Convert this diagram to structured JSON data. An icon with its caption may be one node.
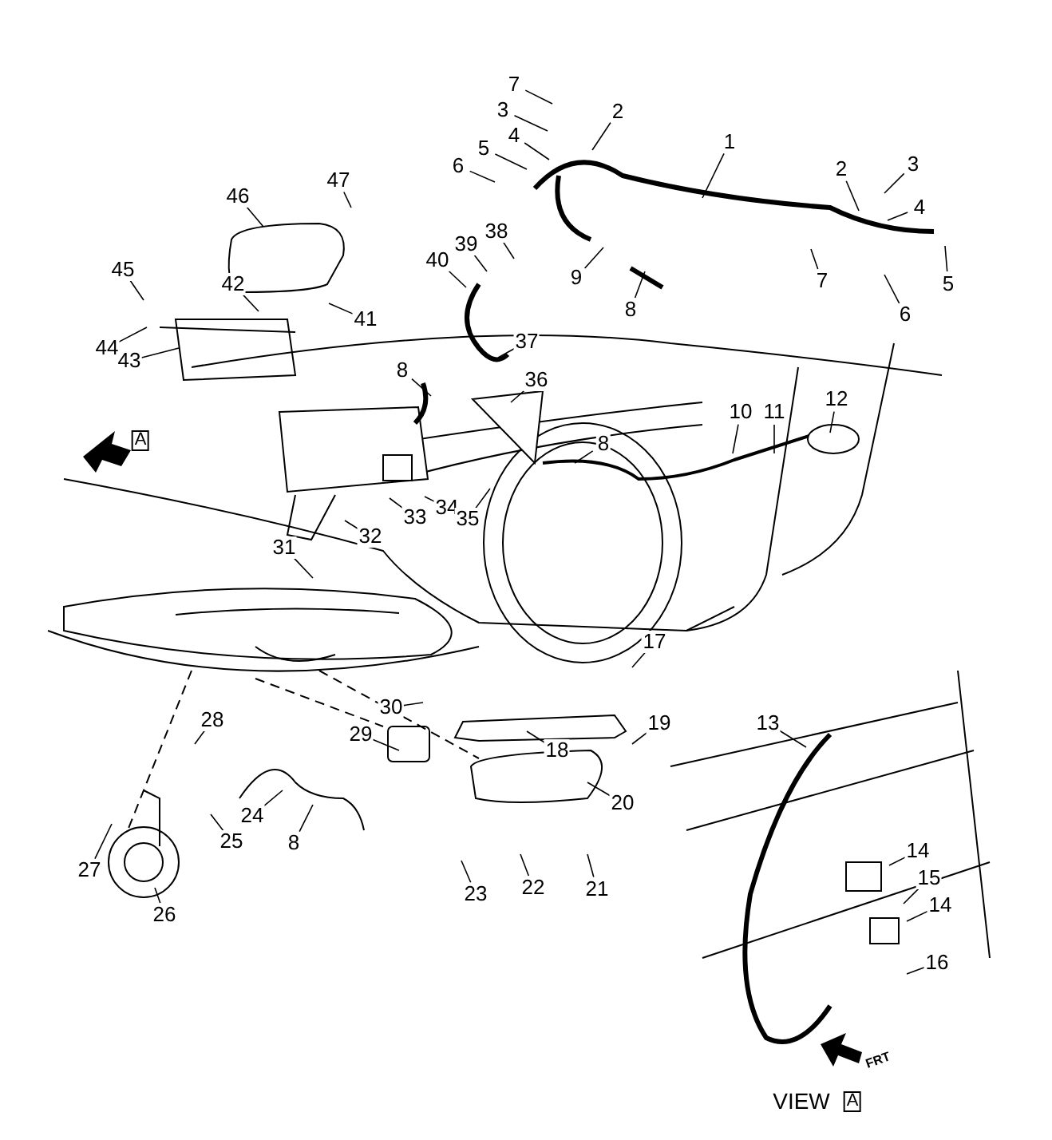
{
  "diagram": {
    "nodes": [
      {
        "text": [
          "1"
        ]
      },
      {
        "text": [
          "2"
        ]
      },
      {
        "text": [
          "2"
        ]
      },
      {
        "text": [
          "3"
        ]
      },
      {
        "text": [
          "3"
        ]
      },
      {
        "text": [
          "4"
        ]
      },
      {
        "text": [
          "4"
        ]
      },
      {
        "text": [
          "5"
        ]
      },
      {
        "text": [
          "5"
        ]
      },
      {
        "text": [
          "6"
        ]
      },
      {
        "text": [
          "6"
        ]
      },
      {
        "text": [
          "7"
        ]
      },
      {
        "text": [
          "7"
        ]
      },
      {
        "text": [
          "8"
        ]
      },
      {
        "text": [
          "8"
        ]
      },
      {
        "text": [
          "8"
        ]
      },
      {
        "text": [
          "8"
        ]
      },
      {
        "text": [
          "9"
        ]
      },
      {
        "text": [
          "10"
        ]
      },
      {
        "text": [
          "11"
        ]
      },
      {
        "text": [
          "12"
        ]
      },
      {
        "text": [
          "13"
        ]
      },
      {
        "text": [
          "14"
        ]
      },
      {
        "text": [
          "14"
        ]
      },
      {
        "text": [
          "15"
        ]
      },
      {
        "text": [
          "16"
        ]
      },
      {
        "text": [
          "17"
        ]
      },
      {
        "text": [
          "18"
        ]
      },
      {
        "text": [
          "19"
        ]
      },
      {
        "text": [
          "20"
        ]
      },
      {
        "text": [
          "21"
        ]
      },
      {
        "text": [
          "22"
        ]
      },
      {
        "text": [
          "23"
        ]
      },
      {
        "text": [
          "24"
        ]
      },
      {
        "text": [
          "25"
        ]
      },
      {
        "text": [
          "26"
        ]
      },
      {
        "text": [
          "27"
        ]
      },
      {
        "text": [
          "28"
        ]
      },
      {
        "text": [
          "29"
        ]
      },
      {
        "text": [
          "30"
        ]
      },
      {
        "text": [
          "31"
        ]
      },
      {
        "text": [
          "32"
        ]
      },
      {
        "text": [
          "33"
        ]
      },
      {
        "text": [
          "34"
        ]
      },
      {
        "text": [
          "35"
        ]
      },
      {
        "text": [
          "36"
        ]
      },
      {
        "text": [
          "37"
        ]
      },
      {
        "text": [
          "38"
        ]
      },
      {
        "text": [
          "39"
        ]
      },
      {
        "text": [
          "40"
        ]
      },
      {
        "text": [
          "41"
        ]
      },
      {
        "text": [
          "42"
        ]
      },
      {
        "text": [
          "43"
        ]
      },
      {
        "text": [
          "44"
        ]
      },
      {
        "text": [
          "45"
        ]
      },
      {
        "text": [
          "46"
        ]
      },
      {
        "text": [
          "47"
        ]
      }
    ],
    "edges": [
      {
        "from": 0,
        "to": null,
        "arrow": "none"
      },
      {
        "from": 1,
        "to": null,
        "arrow": "none"
      },
      {
        "from": 2,
        "to": null,
        "arrow": "none"
      },
      {
        "from": 3,
        "to": null,
        "arrow": "none"
      },
      {
        "from": 4,
        "to": null,
        "arrow": "none"
      },
      {
        "from": 5,
        "to": null,
        "arrow": "none"
      },
      {
        "from": 6,
        "to": null,
        "arrow": "none"
      },
      {
        "from": 7,
        "to": null,
        "arrow": "none"
      },
      {
        "from": 8,
        "to": null,
        "arrow": "none"
      },
      {
        "from": 9,
        "to": null,
        "arrow": "none"
      },
      {
        "from": 10,
        "to": null,
        "arrow": "none"
      },
      {
        "from": 11,
        "to": null,
        "arrow": "none"
      },
      {
        "from": 12,
        "to": null,
        "arrow": "none"
      },
      {
        "from": 13,
        "to": null,
        "arrow": "none"
      },
      {
        "from": 14,
        "to": null,
        "arrow": "none"
      },
      {
        "from": 15,
        "to": null,
        "arrow": "none"
      },
      {
        "from": 16,
        "to": null,
        "arrow": "none"
      },
      {
        "from": 17,
        "to": null,
        "arrow": "none"
      },
      {
        "from": 18,
        "to": null,
        "arrow": "none"
      },
      {
        "from": 19,
        "to": null,
        "arrow": "none"
      },
      {
        "from": 20,
        "to": null,
        "arrow": "none"
      },
      {
        "from": 21,
        "to": null,
        "arrow": "none"
      },
      {
        "from": 22,
        "to": null,
        "arrow": "none"
      },
      {
        "from": 23,
        "to": null,
        "arrow": "none"
      },
      {
        "from": 24,
        "to": null,
        "arrow": "none"
      },
      {
        "from": 25,
        "to": null,
        "arrow": "none"
      },
      {
        "from": 26,
        "to": null,
        "arrow": "none"
      },
      {
        "from": 27,
        "to": null,
        "arrow": "none"
      },
      {
        "from": 28,
        "to": null,
        "arrow": "none"
      },
      {
        "from": 29,
        "to": null,
        "arrow": "none"
      },
      {
        "from": 30,
        "to": null,
        "arrow": "none"
      },
      {
        "from": 31,
        "to": null,
        "arrow": "none"
      },
      {
        "from": 32,
        "to": null,
        "arrow": "none"
      },
      {
        "from": 33,
        "to": null,
        "arrow": "none"
      },
      {
        "from": 34,
        "to": null,
        "arrow": "none"
      },
      {
        "from": 35,
        "to": null,
        "arrow": "none"
      },
      {
        "from": 36,
        "to": null,
        "arrow": "none"
      },
      {
        "from": 37,
        "to": null,
        "arrow": "none"
      },
      {
        "from": 38,
        "to": null,
        "arrow": "none"
      },
      {
        "from": 39,
        "to": null,
        "arrow": "none"
      },
      {
        "from": 40,
        "to": null,
        "arrow": "none"
      },
      {
        "from": 41,
        "to": null,
        "arrow": "none"
      },
      {
        "from": 42,
        "to": null,
        "arrow": "none"
      },
      {
        "from": 43,
        "to": null,
        "arrow": "none"
      },
      {
        "from": 44,
        "to": null,
        "arrow": "none"
      },
      {
        "from": 45,
        "to": null,
        "arrow": "none"
      },
      {
        "from": 46,
        "to": null,
        "arrow": "none"
      },
      {
        "from": 47,
        "to": null,
        "arrow": "none"
      },
      {
        "from": 48,
        "to": null,
        "arrow": "none"
      },
      {
        "from": 49,
        "to": null,
        "arrow": "none"
      },
      {
        "from": 50,
        "to": null,
        "arrow": "none"
      },
      {
        "from": 51,
        "to": null,
        "arrow": "none"
      },
      {
        "from": 52,
        "to": null,
        "arrow": "none"
      },
      {
        "from": 53,
        "to": null,
        "arrow": "none"
      },
      {
        "from": 54,
        "to": null,
        "arrow": "none"
      },
      {
        "from": 55,
        "to": null,
        "arrow": "none"
      },
      {
        "from": 56,
        "to": null,
        "arrow": "none"
      }
    ],
    "labels": [
      "A",
      "FRT",
      "VIEW",
      "A"
    ]
  }
}
